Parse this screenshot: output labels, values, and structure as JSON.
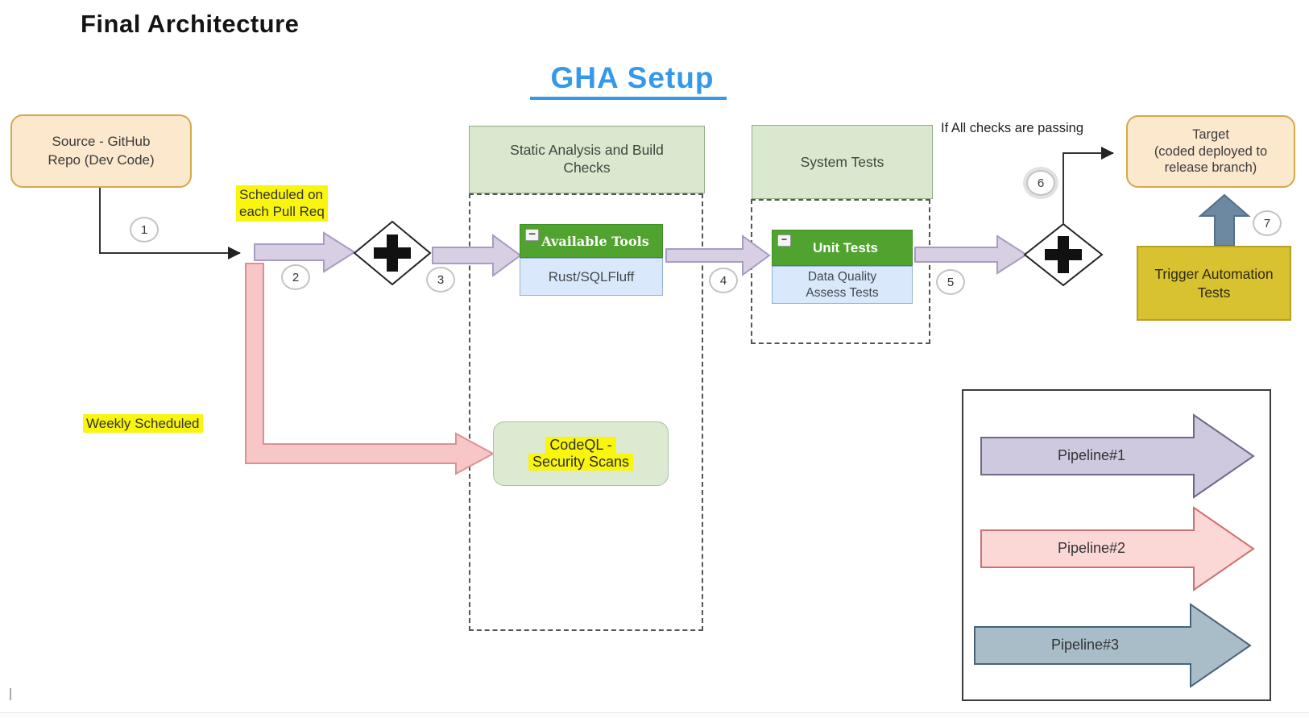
{
  "page": {
    "title": "Final Architecture",
    "heading": "GHA Setup"
  },
  "annotations": {
    "scheduled_on_pull_req": "Scheduled on\neach Pull Req",
    "weekly_scheduled": "Weekly Scheduled",
    "if_all_checks": "If All checks are passing"
  },
  "steps": [
    "1",
    "2",
    "3",
    "4",
    "5",
    "6",
    "7"
  ],
  "nodes": {
    "source": {
      "label": "Source - GitHub\nRepo (Dev Code)"
    },
    "static_checks": {
      "label": "Static Analysis and Build\nChecks"
    },
    "available_tools": {
      "header": "Available Tools",
      "body": "Rust/SQLFluff"
    },
    "system_tests": {
      "label": "System Tests"
    },
    "unit_tests": {
      "header": "Unit Tests",
      "body": "Data Quality\nAssess Tests"
    },
    "codeql": {
      "line1": "CodeQL -",
      "line2": "Security Scans"
    },
    "target": {
      "label": "Target\n(coded deployed to\nrelease branch)"
    },
    "trigger_automation": {
      "label": "Trigger Automation\nTests"
    }
  },
  "icons": {
    "collapse": "−"
  },
  "legend": {
    "items": [
      {
        "label": "Pipeline#1",
        "fill": "#cfc9df",
        "stroke": "#6f6888"
      },
      {
        "label": "Pipeline#2",
        "fill": "#fbd8d6",
        "stroke": "#cc7070"
      },
      {
        "label": "Pipeline#3",
        "fill": "#a9bdc9",
        "stroke": "#4a6378"
      }
    ]
  },
  "colors": {
    "heading_blue": "#3598e8",
    "highlight_yellow": "#f9f50c",
    "flow1_fill": "#d8cfe5",
    "flow1_stroke": "#a89cc2",
    "flow2_fill": "#f6c7c6",
    "flow2_stroke": "#dd9090",
    "flow3_fill": "#6d89a1",
    "flow3_stroke": "#55718a",
    "tool_green": "#4fa32e",
    "stage_green": "#dbe8d0",
    "info_blue": "#d9e8fb",
    "node_peach": "#fce8cd",
    "trigger_gold": "#d8c230",
    "connector_black": "#333333"
  }
}
